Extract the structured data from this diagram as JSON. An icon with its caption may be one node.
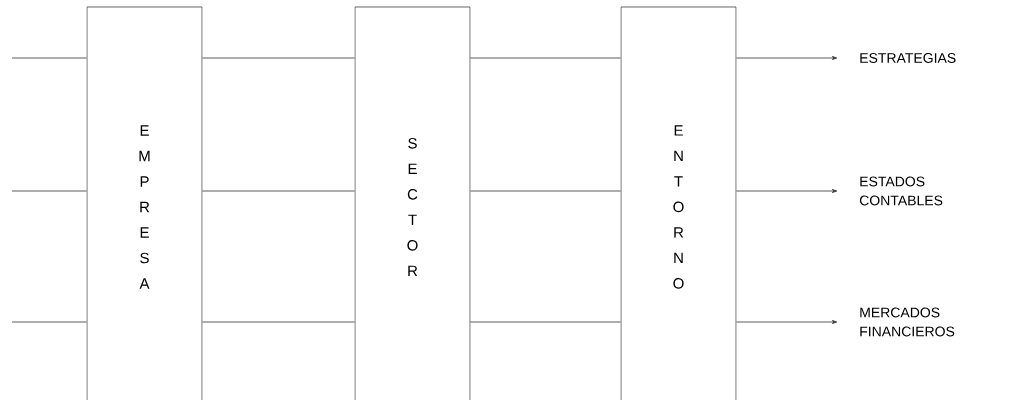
{
  "diagram": {
    "nodes": [
      {
        "text": [
          "EMPRESA"
        ]
      },
      {
        "text": [
          "SECTOR"
        ]
      },
      {
        "text": [
          "ENTORNO"
        ]
      },
      {
        "text": [
          "ESTRATEGIAS"
        ]
      },
      {
        "text": [
          "ESTADOS CONTABLES"
        ]
      },
      {
        "text": [
          "MERCADOS FINANCIEROS"
        ]
      }
    ],
    "edges": [
      {
        "from": null,
        "to": 0,
        "arrow": "none"
      },
      {
        "from": null,
        "to": 0,
        "arrow": "none"
      },
      {
        "from": null,
        "to": 0,
        "arrow": "none"
      },
      {
        "from": 0,
        "to": 1,
        "arrow": "none"
      },
      {
        "from": 0,
        "to": 1,
        "arrow": "none"
      },
      {
        "from": 0,
        "to": 1,
        "arrow": "none"
      },
      {
        "from": 1,
        "to": 2,
        "arrow": "none"
      },
      {
        "from": 1,
        "to": 2,
        "arrow": "none"
      },
      {
        "from": 1,
        "to": 2,
        "arrow": "none"
      },
      {
        "from": 2,
        "to": 3,
        "arrow": "to"
      },
      {
        "from": 2,
        "to": 4,
        "arrow": "to"
      },
      {
        "from": 2,
        "to": 5,
        "arrow": "to"
      }
    ]
  }
}
